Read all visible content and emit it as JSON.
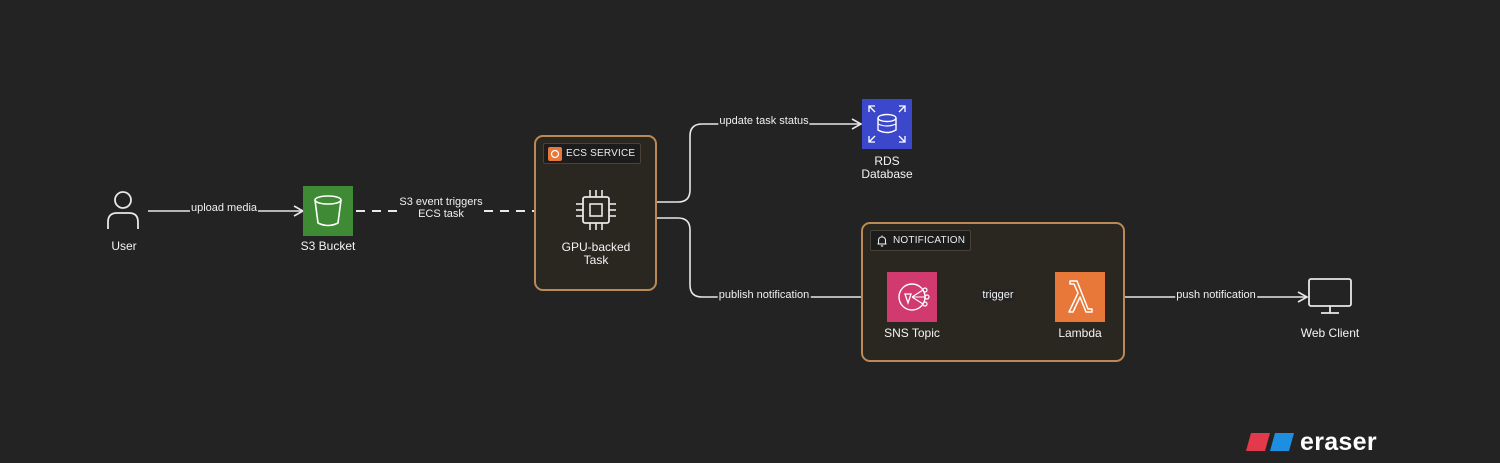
{
  "nodes": {
    "user": {
      "label": "User",
      "icon": "user-icon"
    },
    "s3": {
      "label": "S3 Bucket",
      "icon": "s3-bucket-icon",
      "color": "#3f8a34"
    },
    "gpu_task": {
      "label_line1": "GPU-backed",
      "label_line2": "Task",
      "icon": "chip-icon"
    },
    "rds": {
      "label_line1": "RDS",
      "label_line2": "Database",
      "icon": "rds-database-icon",
      "color": "#3b48cc"
    },
    "sns": {
      "label": "SNS Topic",
      "icon": "sns-topic-icon",
      "color": "#d13a6f"
    },
    "lambda": {
      "label": "Lambda",
      "icon": "lambda-icon",
      "color": "#e8773a"
    },
    "web_client": {
      "label": "Web Client",
      "icon": "monitor-icon"
    }
  },
  "groups": {
    "ecs_service": {
      "label": "ECS SERVICE",
      "icon": "ecs-icon",
      "border_color": "#b98a56"
    },
    "notification": {
      "label": "NOTIFICATION",
      "icon": "bell-icon",
      "border_color": "#b98a56"
    }
  },
  "edges": {
    "upload_media": "upload media",
    "s3_event_line1": "S3 event triggers",
    "s3_event_line2": "ECS task",
    "update_task_status": "update task status",
    "publish_notification": "publish notification",
    "trigger": "trigger",
    "push_notification": "push notification"
  },
  "branding": {
    "logo_text": "eraser"
  }
}
